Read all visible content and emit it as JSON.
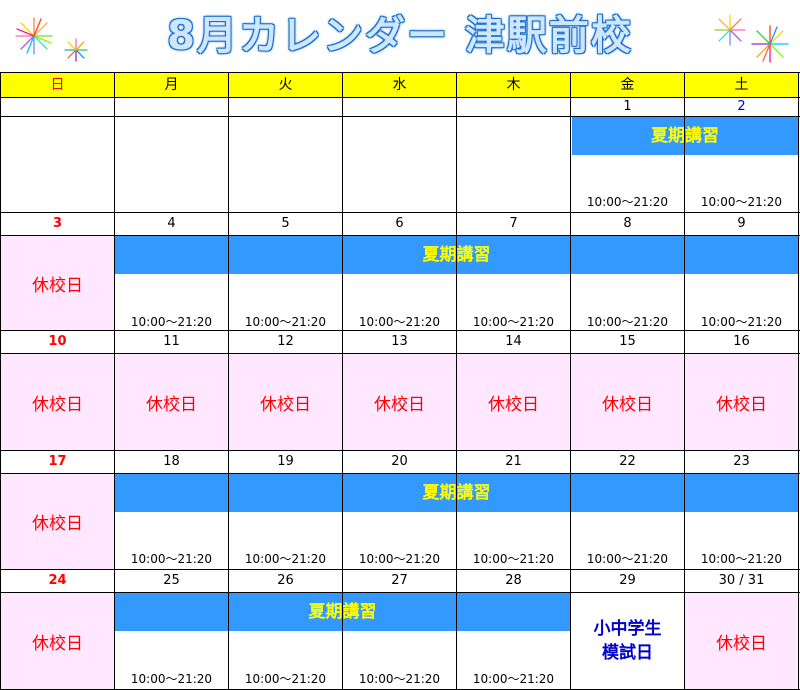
{
  "title": "8月カレンダー 津駅前校",
  "weekdays": [
    "日",
    "月",
    "火",
    "水",
    "木",
    "金",
    "土"
  ],
  "labels": {
    "closed": "休校日",
    "summer_course": "夏期講習",
    "hours": "10:00～21:20",
    "mock_exam_line1": "小中学生",
    "mock_exam_line2": "模試日"
  },
  "weeks": [
    {
      "dates": [
        "",
        "",
        "",
        "",
        "",
        "1",
        "2"
      ]
    },
    {
      "dates": [
        "3",
        "4",
        "5",
        "6",
        "7",
        "8",
        "9"
      ]
    },
    {
      "dates": [
        "10",
        "11",
        "12",
        "13",
        "14",
        "15",
        "16"
      ]
    },
    {
      "dates": [
        "17",
        "18",
        "19",
        "20",
        "21",
        "22",
        "23"
      ]
    },
    {
      "dates": [
        "24",
        "25",
        "26",
        "27",
        "28",
        "29",
        "30 / 31"
      ]
    }
  ],
  "colors": {
    "header_bg": "#ffff00",
    "sunday_text": "#ff0000",
    "saturday_text": "#0000cc",
    "closed_bg": "#ffe8ff",
    "closed_text": "#ff0000",
    "course_band_bg": "#3399ff",
    "course_band_text": "#ffff00",
    "mock_exam_text": "#0000cc",
    "title_text": "#cfe6ff",
    "title_outline": "#1a6fd0"
  },
  "icons": [
    "firework-icon-left",
    "firework-icon-right"
  ]
}
